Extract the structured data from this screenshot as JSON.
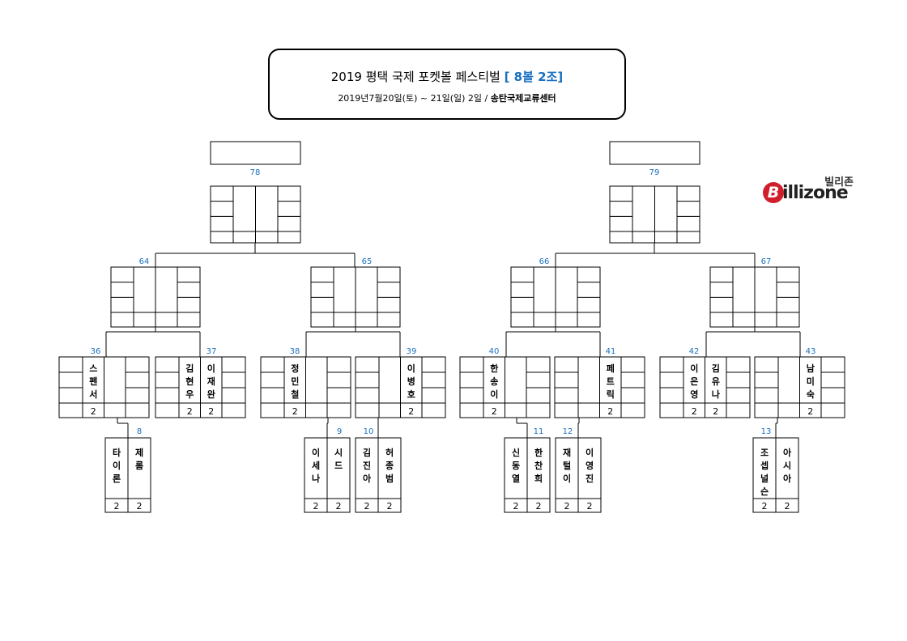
{
  "header": {
    "title_main": "2019 평택 국제 포켓볼 페스티벌",
    "title_tag": "[ 8볼 2조]",
    "subtitle_date": "2019년7월20일(토) ~ 21일(일) 2일 /",
    "subtitle_venue": "송탄국제교류센터"
  },
  "logo": {
    "korean": "빌리존",
    "initial": "B",
    "text": "illizone",
    "brand_color": "#d01f2a"
  },
  "colors": {
    "match_number": "#1a6fbf",
    "line": "#000000"
  },
  "finals": [
    {
      "match": "78",
      "winner": ""
    },
    {
      "match": "79",
      "winner": ""
    }
  ],
  "semis": [
    "64",
    "65",
    "66",
    "67"
  ],
  "round_two": [
    {
      "match": "36",
      "left": {
        "name": "스펜서",
        "score": "2"
      },
      "right": {
        "name": "",
        "score": ""
      }
    },
    {
      "match": "37",
      "left": {
        "name": "김현우",
        "score": "2"
      },
      "right": {
        "name": "이재완",
        "score": "2"
      }
    },
    {
      "match": "38",
      "left": {
        "name": "정민철",
        "score": "2"
      },
      "right": {
        "name": "",
        "score": ""
      }
    },
    {
      "match": "39",
      "left": {
        "name": "",
        "score": ""
      },
      "right": {
        "name": "이병호",
        "score": "2"
      }
    },
    {
      "match": "40",
      "left": {
        "name": "한송이",
        "score": "2"
      },
      "right": {
        "name": "",
        "score": ""
      }
    },
    {
      "match": "41",
      "left": {
        "name": "",
        "score": ""
      },
      "right": {
        "name": "페트릭",
        "score": "2"
      }
    },
    {
      "match": "42",
      "left": {
        "name": "이은영",
        "score": "2"
      },
      "right": {
        "name": "김유나",
        "score": "2"
      }
    },
    {
      "match": "43",
      "left": {
        "name": "",
        "score": ""
      },
      "right": {
        "name": "남미숙",
        "score": "2"
      }
    }
  ],
  "round_one": [
    {
      "match": "8",
      "left": {
        "name": "타이론",
        "score": "2"
      },
      "right": {
        "name": "제롬",
        "score": "2"
      }
    },
    {
      "match": "9",
      "left": {
        "name": "이세나",
        "score": "2"
      },
      "right": {
        "name": "시드",
        "score": "2"
      }
    },
    {
      "match": "10",
      "left": {
        "name": "김진아",
        "score": "2"
      },
      "right": {
        "name": "허종범",
        "score": "2"
      }
    },
    {
      "match": "11",
      "left": {
        "name": "신동열",
        "score": "2"
      },
      "right": {
        "name": "한찬희",
        "score": "2"
      }
    },
    {
      "match": "12",
      "left": {
        "name": "재털이",
        "score": "2"
      },
      "right": {
        "name": "이영진",
        "score": "2"
      }
    },
    {
      "match": "13",
      "left": {
        "name": "조셉널슨",
        "score": "2"
      },
      "right": {
        "name": "아시아",
        "score": "2"
      }
    }
  ]
}
